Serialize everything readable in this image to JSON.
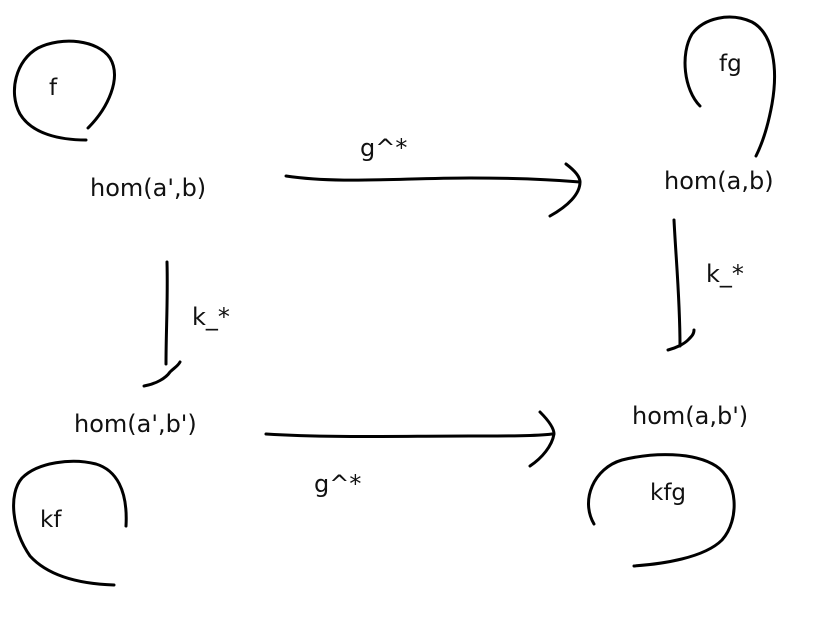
{
  "nodes": {
    "top_left": "hom(a',b)",
    "top_right": "hom(a,b)",
    "bottom_left": "hom(a',b')",
    "bottom_right": "hom(a,b')"
  },
  "elements": {
    "top_left": "f",
    "top_right": "fg",
    "bottom_left": "kf",
    "bottom_right": "kfg"
  },
  "arrows": {
    "top": "g^*",
    "bottom": "g^*",
    "left": "k_*",
    "right": "k_*"
  }
}
